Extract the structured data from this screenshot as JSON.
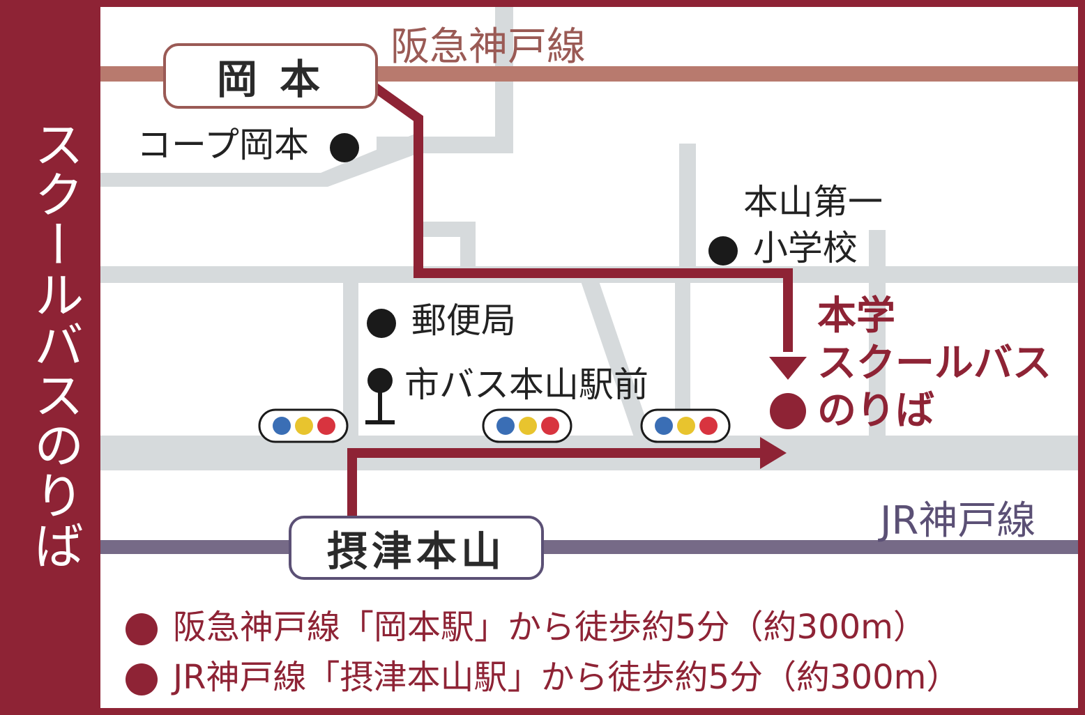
{
  "side_title": "スクールバスのりば",
  "lines": {
    "hankyu": "阪急神戸線",
    "jr": "JR神戸線"
  },
  "stations": {
    "okamoto": "岡 本",
    "settsu_motoyama": "摂津本山"
  },
  "landmarks": {
    "coop": "コープ岡本",
    "school_line1": "本山第一",
    "school_line2": "小学校",
    "post_office": "郵便局",
    "bus_stop": "市バス本山駅前"
  },
  "destination": {
    "line1": "本学",
    "line2": "スクールバス",
    "line3": "のりば"
  },
  "notes": [
    "阪急神戸線「岡本駅」から徒歩約5分（約300m）",
    "JR神戸線「摂津本山駅」から徒歩約5分（約300m）"
  ],
  "colors": {
    "accent": "#8e2335",
    "hankyu_line": "#b87a6e",
    "jr_line": "#766a87",
    "road": "#d6dadc",
    "signal_blue": "#3a6eb5",
    "signal_yellow": "#e8c42e",
    "signal_red": "#d8343f"
  }
}
